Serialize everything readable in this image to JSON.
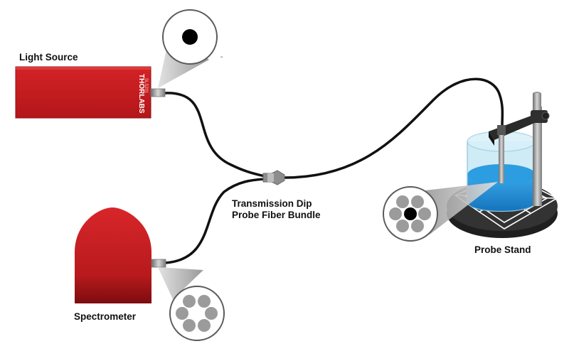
{
  "labels": {
    "light_source": "Light Source",
    "spectrometer": "Spectrometer",
    "bundle_line1": "Transmission Dip",
    "bundle_line2": "Probe Fiber Bundle",
    "probe_stand": "Probe Stand",
    "brand": "THORLABS",
    "model": "SLS201",
    "stray_mark": "-"
  },
  "fiber_views": {
    "light_source_end": {
      "fibers": 1
    },
    "spectrometer_end": {
      "fibers": 6
    },
    "probe_end": {
      "fibers": 7,
      "center_fiber": "dark"
    }
  },
  "colors": {
    "device_red": "#c8191e",
    "device_red_dark": "#8e0f12",
    "cable": "#111111",
    "connector": "#9a9a9a",
    "liquid": "#1e8fd6",
    "glass": "#bfe4f2",
    "stand_base": "#2b2b2b",
    "fiber_gray": "#9b9b9b",
    "fiber_dark": "#000000"
  }
}
